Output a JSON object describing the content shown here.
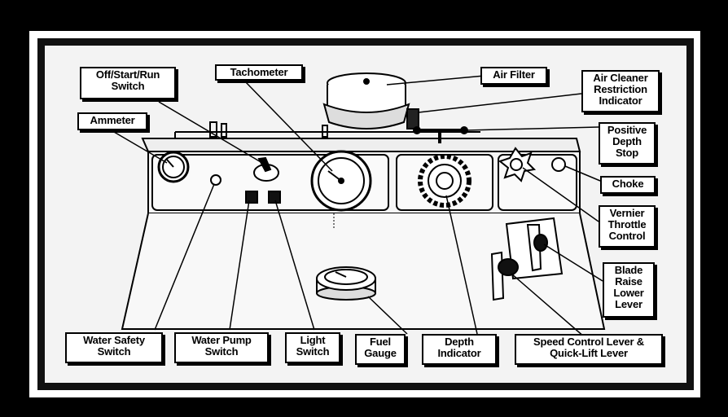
{
  "labels": {
    "off_start_run": "Off/Start/Run\nSwitch",
    "tachometer": "Tachometer",
    "air_filter": "Air Filter",
    "air_cleaner": "Air Cleaner\nRestriction\nIndicator",
    "ammeter": "Ammeter",
    "positive_depth_stop": "Positive\nDepth\nStop",
    "choke": "Choke",
    "vernier_throttle": "Vernier\nThrottle\nControl",
    "blade_raise_lower": "Blade\nRaise\nLower\nLever",
    "water_safety_switch": "Water Safety\nSwitch",
    "water_pump_switch": "Water Pump\nSwitch",
    "light_switch": "Light\nSwitch",
    "fuel_gauge": "Fuel\nGauge",
    "depth_indicator": "Depth\nIndicator",
    "speed_control": "Speed Control Lever &\nQuick-Lift Lever"
  },
  "icons": {
    "gauge": "gauge-icon",
    "toggle": "toggle-switch-icon",
    "lever": "lever-icon",
    "air_filter": "air-filter-icon",
    "knob": "knob-icon"
  }
}
